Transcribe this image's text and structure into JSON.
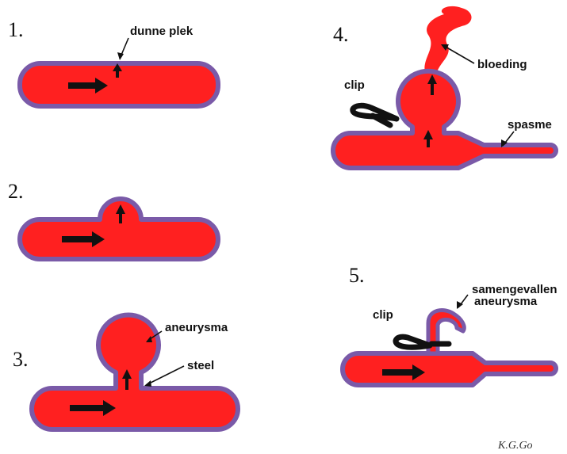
{
  "steps": [
    {
      "number": "1.",
      "labels": [
        "dunne plek"
      ]
    },
    {
      "number": "2.",
      "labels": []
    },
    {
      "number": "3.",
      "labels": [
        "aneurysma",
        "steel"
      ]
    },
    {
      "number": "4.",
      "labels": [
        "clip",
        "bloeding",
        "spasme"
      ]
    },
    {
      "number": "5.",
      "labels": [
        "clip",
        "samengevallen",
        "aneurysma"
      ]
    }
  ],
  "credit": "K.G.Go",
  "colors": {
    "vessel_fill": "#ff2020",
    "vessel_wall": "#7a5aa8",
    "arrow": "#111111"
  }
}
